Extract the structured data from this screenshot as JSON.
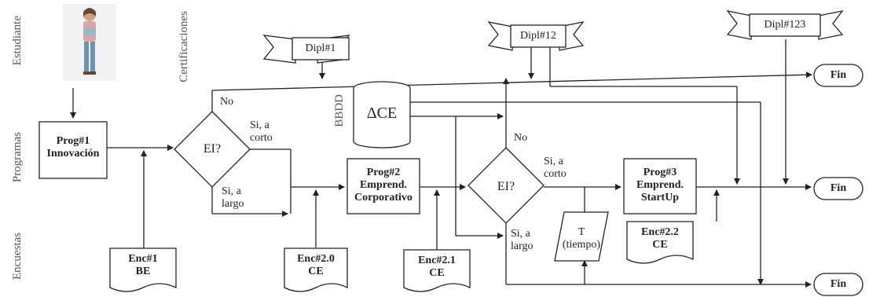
{
  "lanes": {
    "estudiante": "Estudiante",
    "certificaciones": "Certificaciones",
    "programas": "Programas",
    "encuestas": "Encuestas",
    "bbdd": "BBDD"
  },
  "nodes": {
    "prog1": [
      "Prog#1",
      "Innovación"
    ],
    "prog2": [
      "Prog#2",
      "Emprend.",
      "Corporativo"
    ],
    "prog3": [
      "Prog#3",
      "Emprend.",
      "StartUp"
    ],
    "decision1": "EI?",
    "decision2": "EI?",
    "database": "ΔCE",
    "time_input": [
      "T",
      "(tiempo)"
    ],
    "enc1": [
      "Enc#1",
      "BE"
    ],
    "enc20": [
      "Enc#2.0",
      "CE"
    ],
    "enc21": [
      "Enc#2.1",
      "CE"
    ],
    "enc22": [
      "Enc#2.2",
      "CE"
    ],
    "dipl1": "Dipl#1",
    "dipl12": "Dipl#12",
    "dipl123": "Dipl#123",
    "fin_top": "Fin",
    "fin_mid": "Fin",
    "fin_bottom": "Fin"
  },
  "edge_labels": {
    "d1_no": "No",
    "d1_corto": [
      "Si, a",
      "corto"
    ],
    "d1_largo": [
      "Si, a",
      "largo"
    ],
    "d2_no": "No",
    "d2_corto": [
      "Si, a",
      "corto"
    ],
    "d2_largo": [
      "Si, a",
      "largo"
    ]
  }
}
